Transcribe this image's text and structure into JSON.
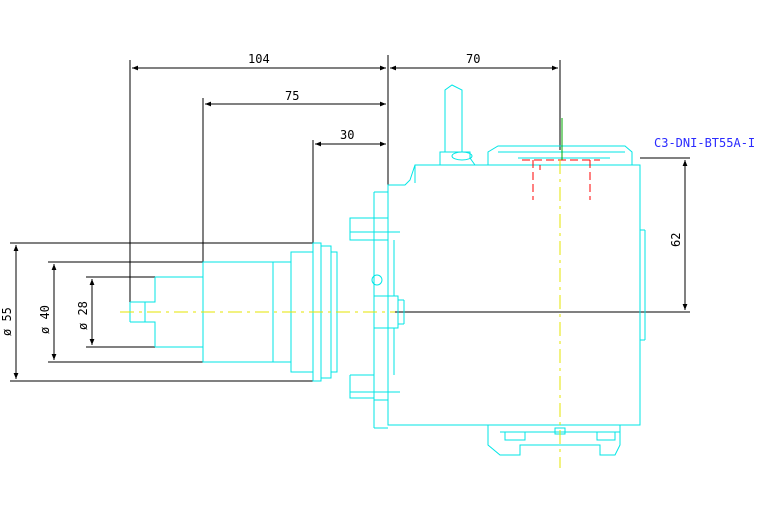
{
  "drawing": {
    "part_label": "C3-DNI-BT55A-I",
    "dimensions": {
      "len_104": "104",
      "len_70": "70",
      "len_75": "75",
      "len_30": "30",
      "height_62": "62",
      "dia_55": "ø 55",
      "dia_40": "ø 40",
      "dia_28": "ø 28"
    }
  },
  "colors": {
    "outline": "#00e6e6",
    "dimension": "#000000",
    "label": "#2b2bff",
    "centerline": "#ffff00",
    "hidden": "#ff0000",
    "axis": "#00aa00"
  }
}
